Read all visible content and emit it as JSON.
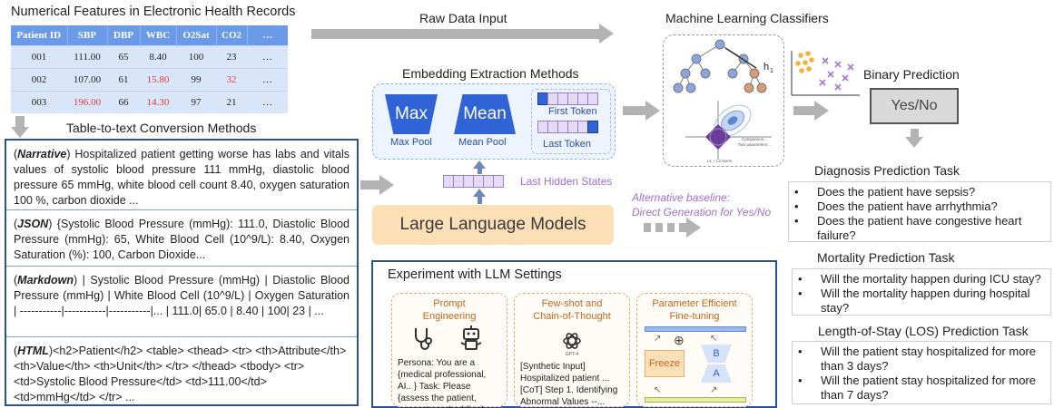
{
  "headings": {
    "numerical_features": "Numerical Features in Electronic Health Records",
    "table_to_text": "Table-to-text Conversion Methods",
    "raw_data": "Raw Data Input",
    "embedding": "Embedding Extraction Methods",
    "ml_classifiers": "Machine Learning Classifiers",
    "binary": "Binary Prediction"
  },
  "table": {
    "headers": [
      "Patient ID",
      "SBP",
      "DBP",
      "WBC",
      "O2Sat",
      "CO2",
      "…"
    ],
    "rows": [
      [
        "001",
        "111.00",
        "65",
        "8.40",
        "100",
        "23",
        "…"
      ],
      [
        "002",
        "107.00",
        "61",
        "15.80",
        "99",
        "32",
        "…"
      ],
      [
        "003",
        "196.00",
        "66",
        "14.30",
        "97",
        "21",
        "…"
      ]
    ],
    "highlight_color": "#e03a3a",
    "header_color": "#6b9be8"
  },
  "conversion": {
    "narrative": {
      "label": "Narrative",
      "text": " Hospitalized patient getting worse has labs and vitals values of systolic blood pressure 111 mmHg, diastolic blood pressure 65 mmHg, white blood cell count 8.40, oxygen saturation 100 %, carbon dioxide ..."
    },
    "json": {
      "label": "JSON",
      "text": " {Systolic Blood Pressure (mmHg): 111.0,  Diastolic Blood Pressure (mmHg): 65,  White Blood Cell (10^9/L): 8.40, Oxygen Saturation (%): 100, Carbon Dioxide..."
    },
    "markdown": {
      "label": "Markdown",
      "text": " | Systolic Blood Pressure (mmHg) | Diastolic Blood Pressure (mmHg) | White Blood Cell (10^9/L) | Oxygen Saturation | -----------|-----------|-----------|... | 111.0| 65.0 | 8.40 | 100| 23 | ..."
    },
    "html": {
      "label": "HTML",
      "text": "<h2>Patient</h2> <table> <thead> <tr> <th>Attribute</th> <th>Value</th> <th>Unit</th> </tr> </thead> <tbody> <tr> <td>Systolic Blood Pressure</td> <td>111.00</td> <td>mmHg</td> </tr> ..."
    }
  },
  "embedding": {
    "max": "Max",
    "max_pool": "Max Pool",
    "mean": "Mean",
    "mean_pool": "Mean Pool",
    "first_token": "First Token",
    "last_token": "Last Token",
    "last_hidden": "Last Hidden States"
  },
  "llm": "Large Language Models",
  "alt_baseline": [
    "Alternative baseline:",
    "Direct Generation for Yes/No"
  ],
  "experiment": {
    "title": "Experiment with LLM Settings",
    "prompt": {
      "title": [
        "Prompt",
        "Engineering"
      ],
      "text": "Persona: You are a {medical professional, AI.. } Task: Please {assess the patient, generate embedding} ..."
    },
    "fewshot": {
      "title": [
        "Few-shot and",
        "Chain-of-Thought"
      ],
      "gpt_label": "GPT-4",
      "text": "[Synthetic Input] Hospitalized patient ... [CoT] Step 1. Identifying Abnormal Values --..."
    },
    "peft": {
      "title": [
        "Parameter Efficient",
        "Fine-tuning"
      ],
      "freeze": "Freeze",
      "a": "A",
      "b": "B",
      "plus": "⊕"
    }
  },
  "ml_labels": {
    "h1": "h",
    "h1_sub": "1",
    "comparison": "Comparison...",
    "two_params": "Two parameters...",
    "l1l2": "L1 + L2 Norm"
  },
  "binary_output": "Yes/No",
  "tasks": {
    "diagnosis": {
      "title": "Diagnosis Prediction Task",
      "items": [
        "Does the patient have sepsis?",
        "Does the patient have arrhythmia?",
        "Does the patient have congestive heart failure?"
      ]
    },
    "mortality": {
      "title": "Mortality Prediction Task",
      "items": [
        "Will the mortality happen during ICU stay?",
        "Will the mortality happen during hospital stay?"
      ]
    },
    "los": {
      "title": "Length-of-Stay (LOS) Prediction Task",
      "items": [
        "Will the patient stay hospitalized for more than 3 days?",
        "Will the patient stay hospitalized for more than 7 days?"
      ]
    }
  },
  "bullet": "•"
}
